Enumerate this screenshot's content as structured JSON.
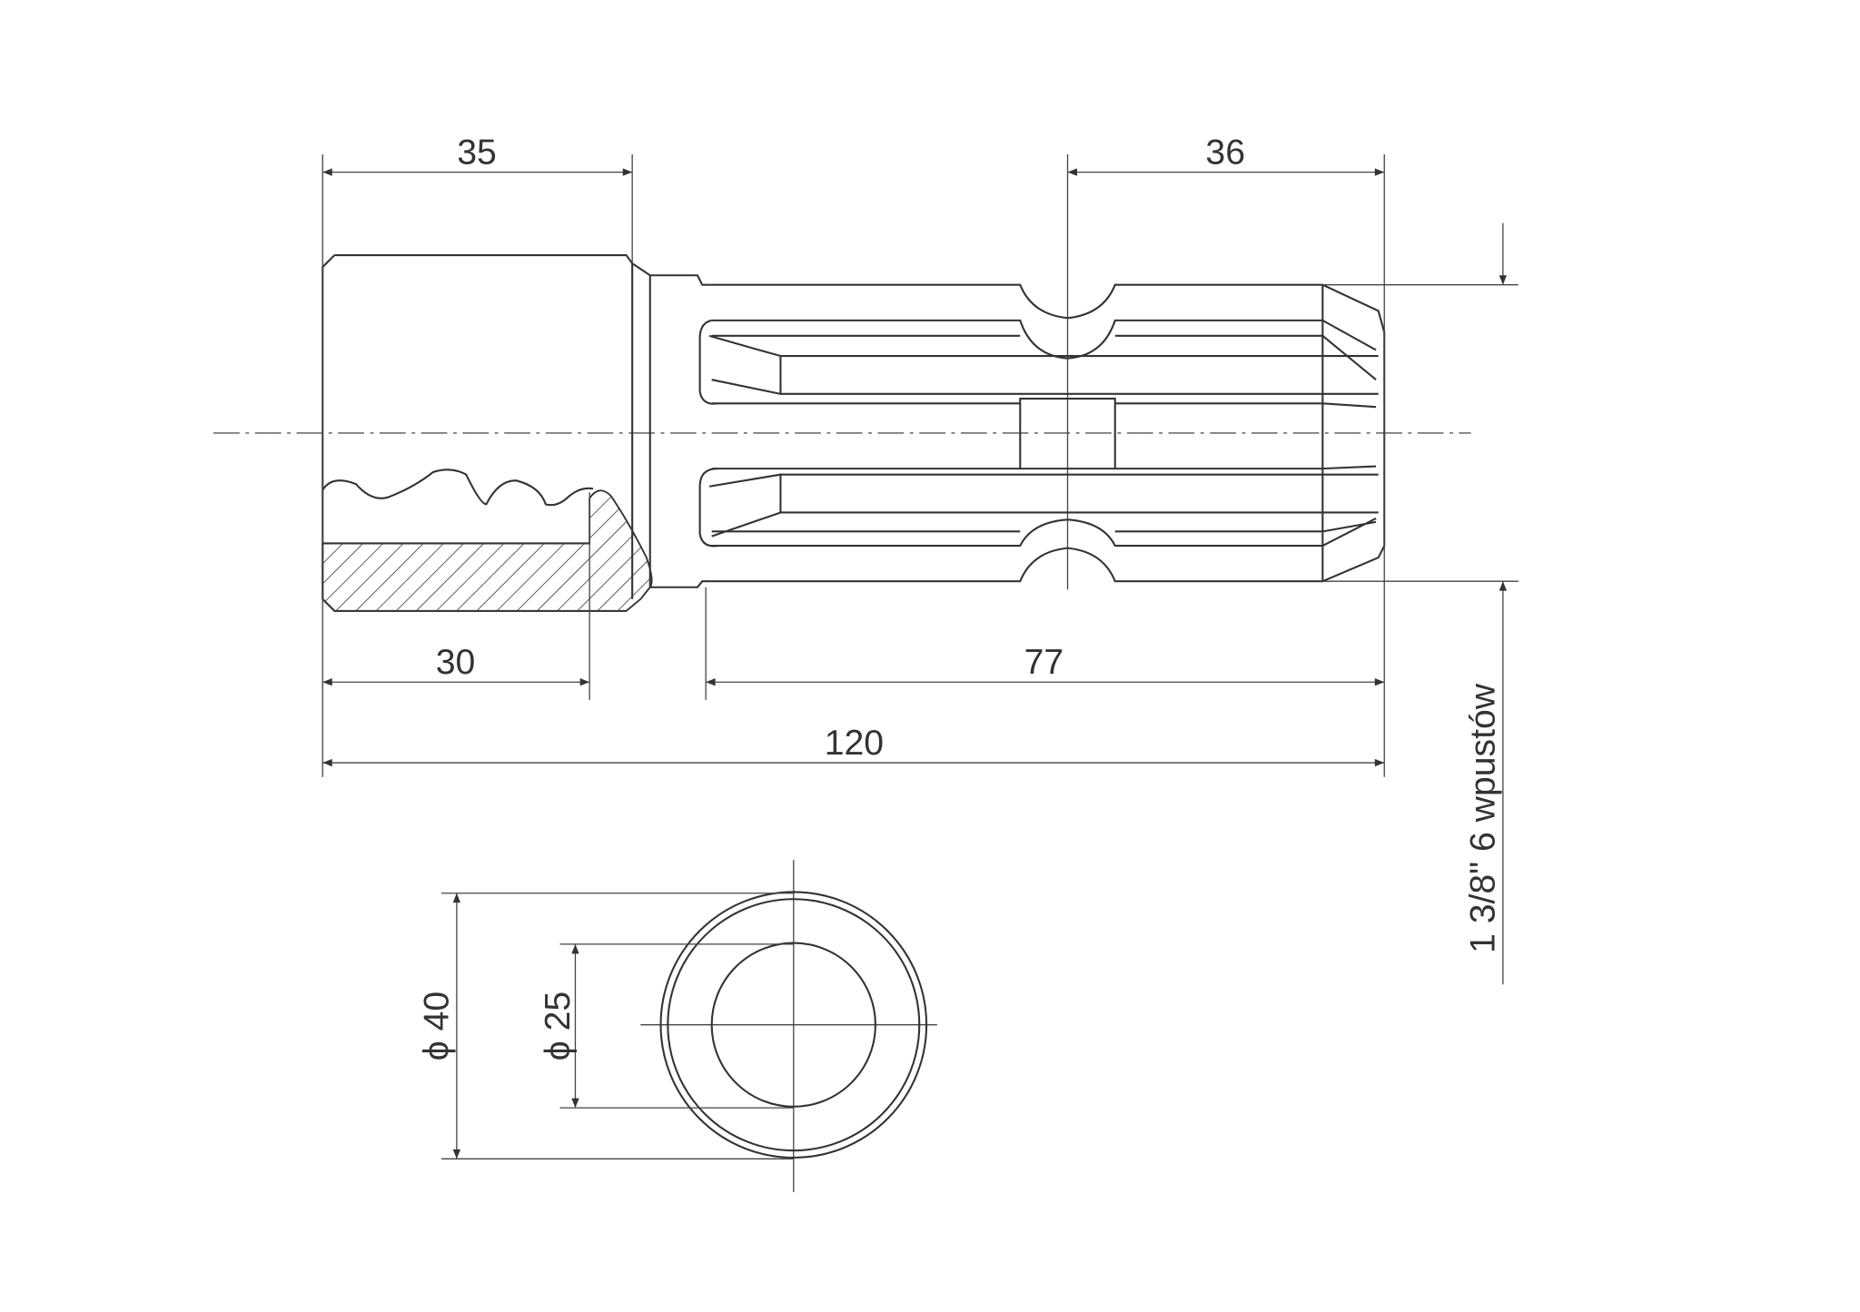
{
  "dimensions": {
    "collar_length": "35",
    "groove_position": "36",
    "bore_depth": "30",
    "spline_length": "77",
    "total_length": "120",
    "spline_spec": "1 3/8\" 6 wpustów",
    "outer_diameter": "ϕ 40",
    "inner_diameter": "ϕ 25"
  }
}
